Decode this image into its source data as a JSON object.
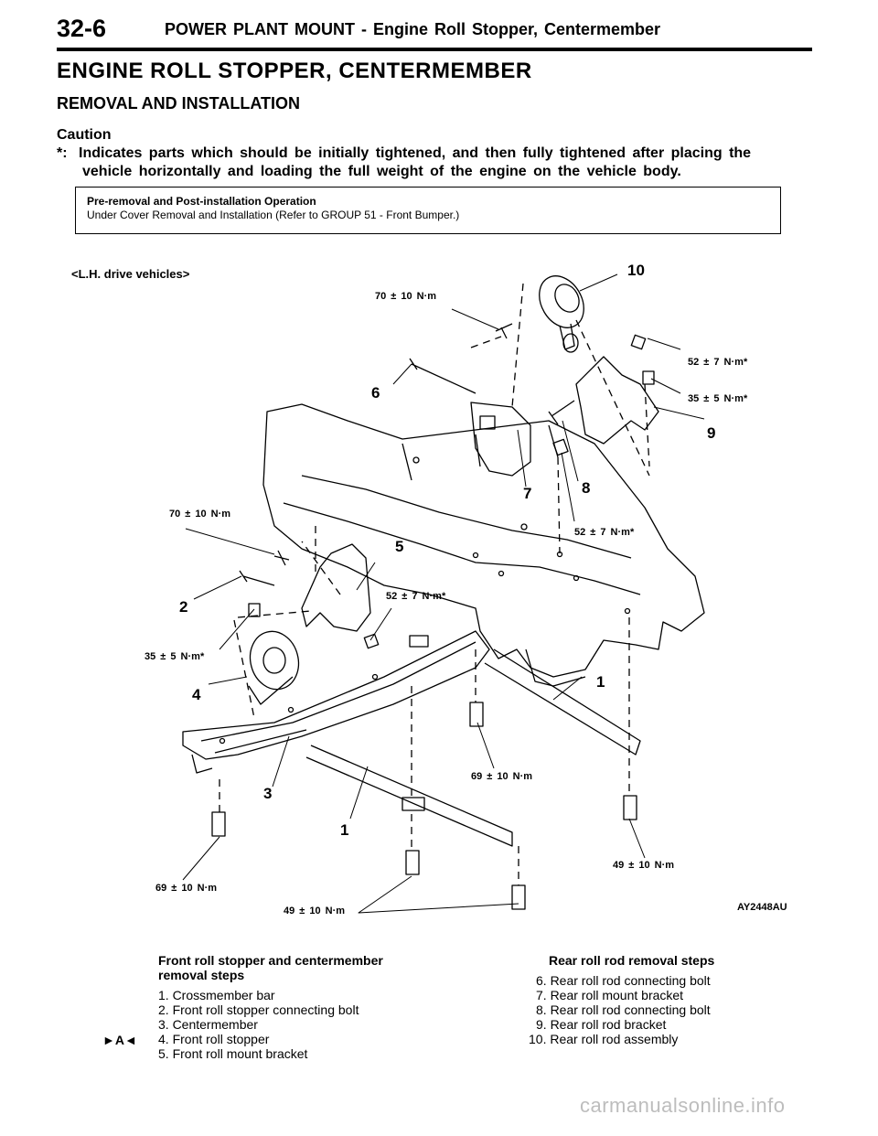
{
  "header": {
    "page_number": "32-6",
    "title": "POWER PLANT MOUNT - Engine Roll Stopper, Centermember"
  },
  "heading": "ENGINE ROLL STOPPER, CENTERMEMBER",
  "subheading": "REMOVAL AND INSTALLATION",
  "caution": {
    "label": "Caution",
    "mark": "*:",
    "text_line1": "Indicates parts which should be initially tightened, and then fully tightened after placing the",
    "text_line2": "vehicle horizontally and loading the full weight of the engine on the vehicle body."
  },
  "pre_box": {
    "title": "Pre-removal and Post-installation Operation",
    "text": "Under Cover Removal and Installation (Refer to GROUP 51 - Front Bumper.)"
  },
  "diagram": {
    "variant": "<L.H. drive vehicles>",
    "figure_code": "AY2448AU",
    "torque_labels": [
      "70 ± 10 N·m",
      "52 ± 7 N·m*",
      "35 ± 5 N·m*",
      "70 ± 10 N·m",
      "52 ± 7 N·m*",
      "52 ± 7 N·m*",
      "35 ± 5 N·m*",
      "69 ± 10 N·m",
      "49 ± 10 N·m",
      "69 ± 10 N·m",
      "49 ± 10 N·m"
    ],
    "callouts": [
      "10",
      "6",
      "9",
      "7",
      "8",
      "5",
      "2",
      "4",
      "1",
      "3",
      "1"
    ]
  },
  "front_steps": {
    "title_line1": "Front roll stopper and centermember",
    "title_line2": "removal steps",
    "items": [
      "1. Crossmember bar",
      "2. Front roll stopper connecting bolt",
      "3. Centermember",
      "4. Front roll stopper",
      "5. Front roll mount bracket"
    ],
    "marker": "►A◄"
  },
  "rear_steps": {
    "title": "Rear roll rod removal steps",
    "items": [
      "6. Rear roll rod connecting bolt",
      "7. Rear roll mount bracket",
      "8. Rear roll rod connecting bolt",
      "9. Rear roll rod bracket",
      "10. Rear roll rod assembly"
    ]
  },
  "watermark": "carmanualsonline.info"
}
